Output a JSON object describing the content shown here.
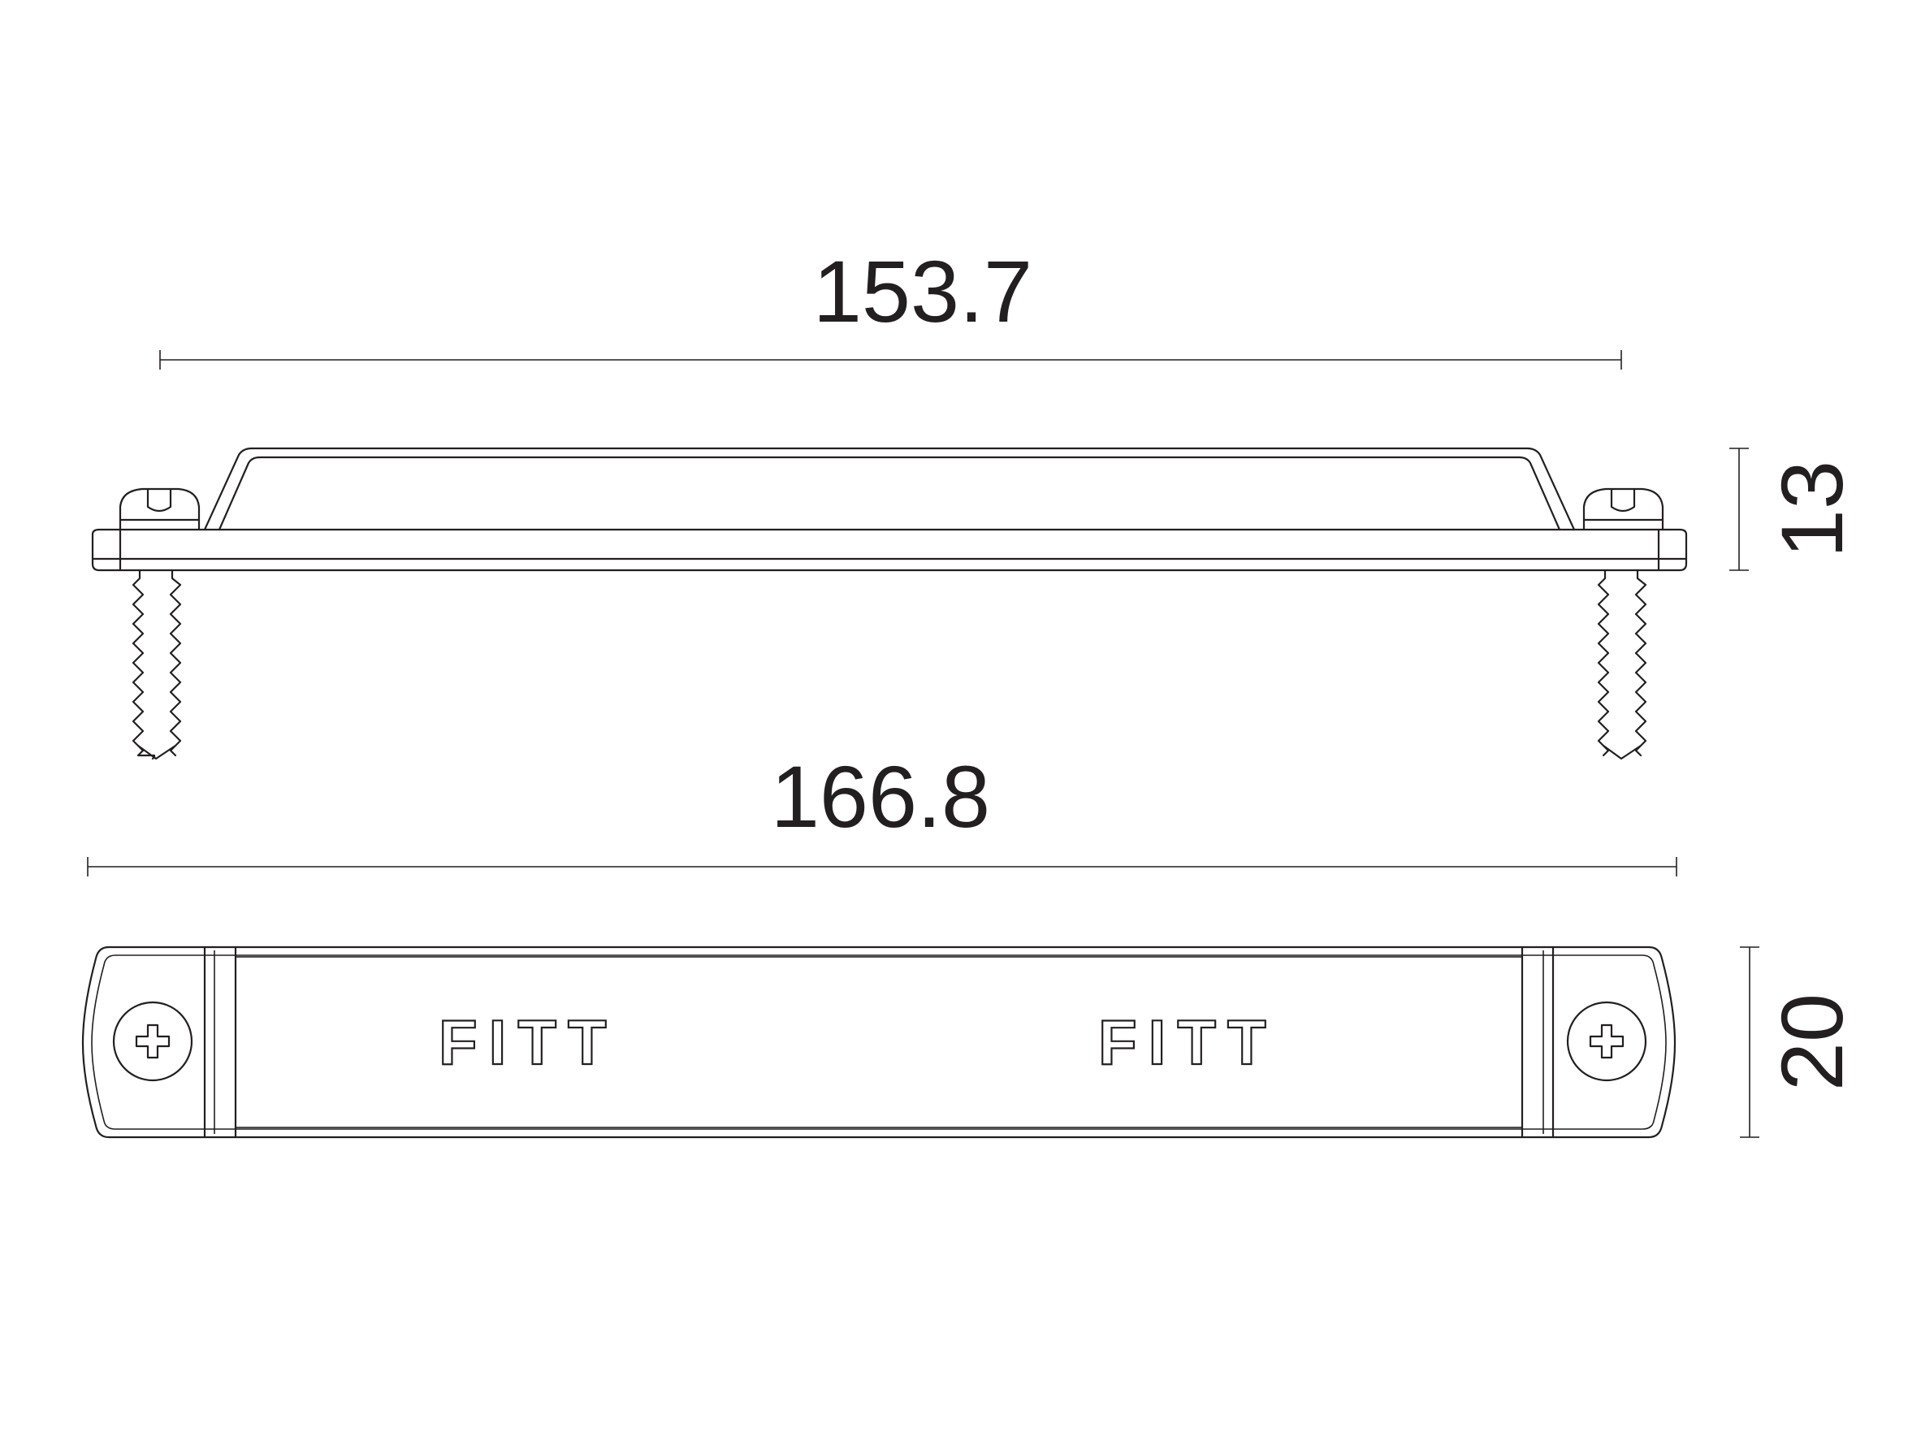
{
  "dimensions": {
    "screw_spacing": "153.7",
    "overall_length": "166.8",
    "height": "13",
    "width": "20"
  },
  "logo": {
    "text_left": "FITT",
    "text_right": "FITT"
  },
  "colors": {
    "ink": "#231f20",
    "background": "#ffffff"
  }
}
